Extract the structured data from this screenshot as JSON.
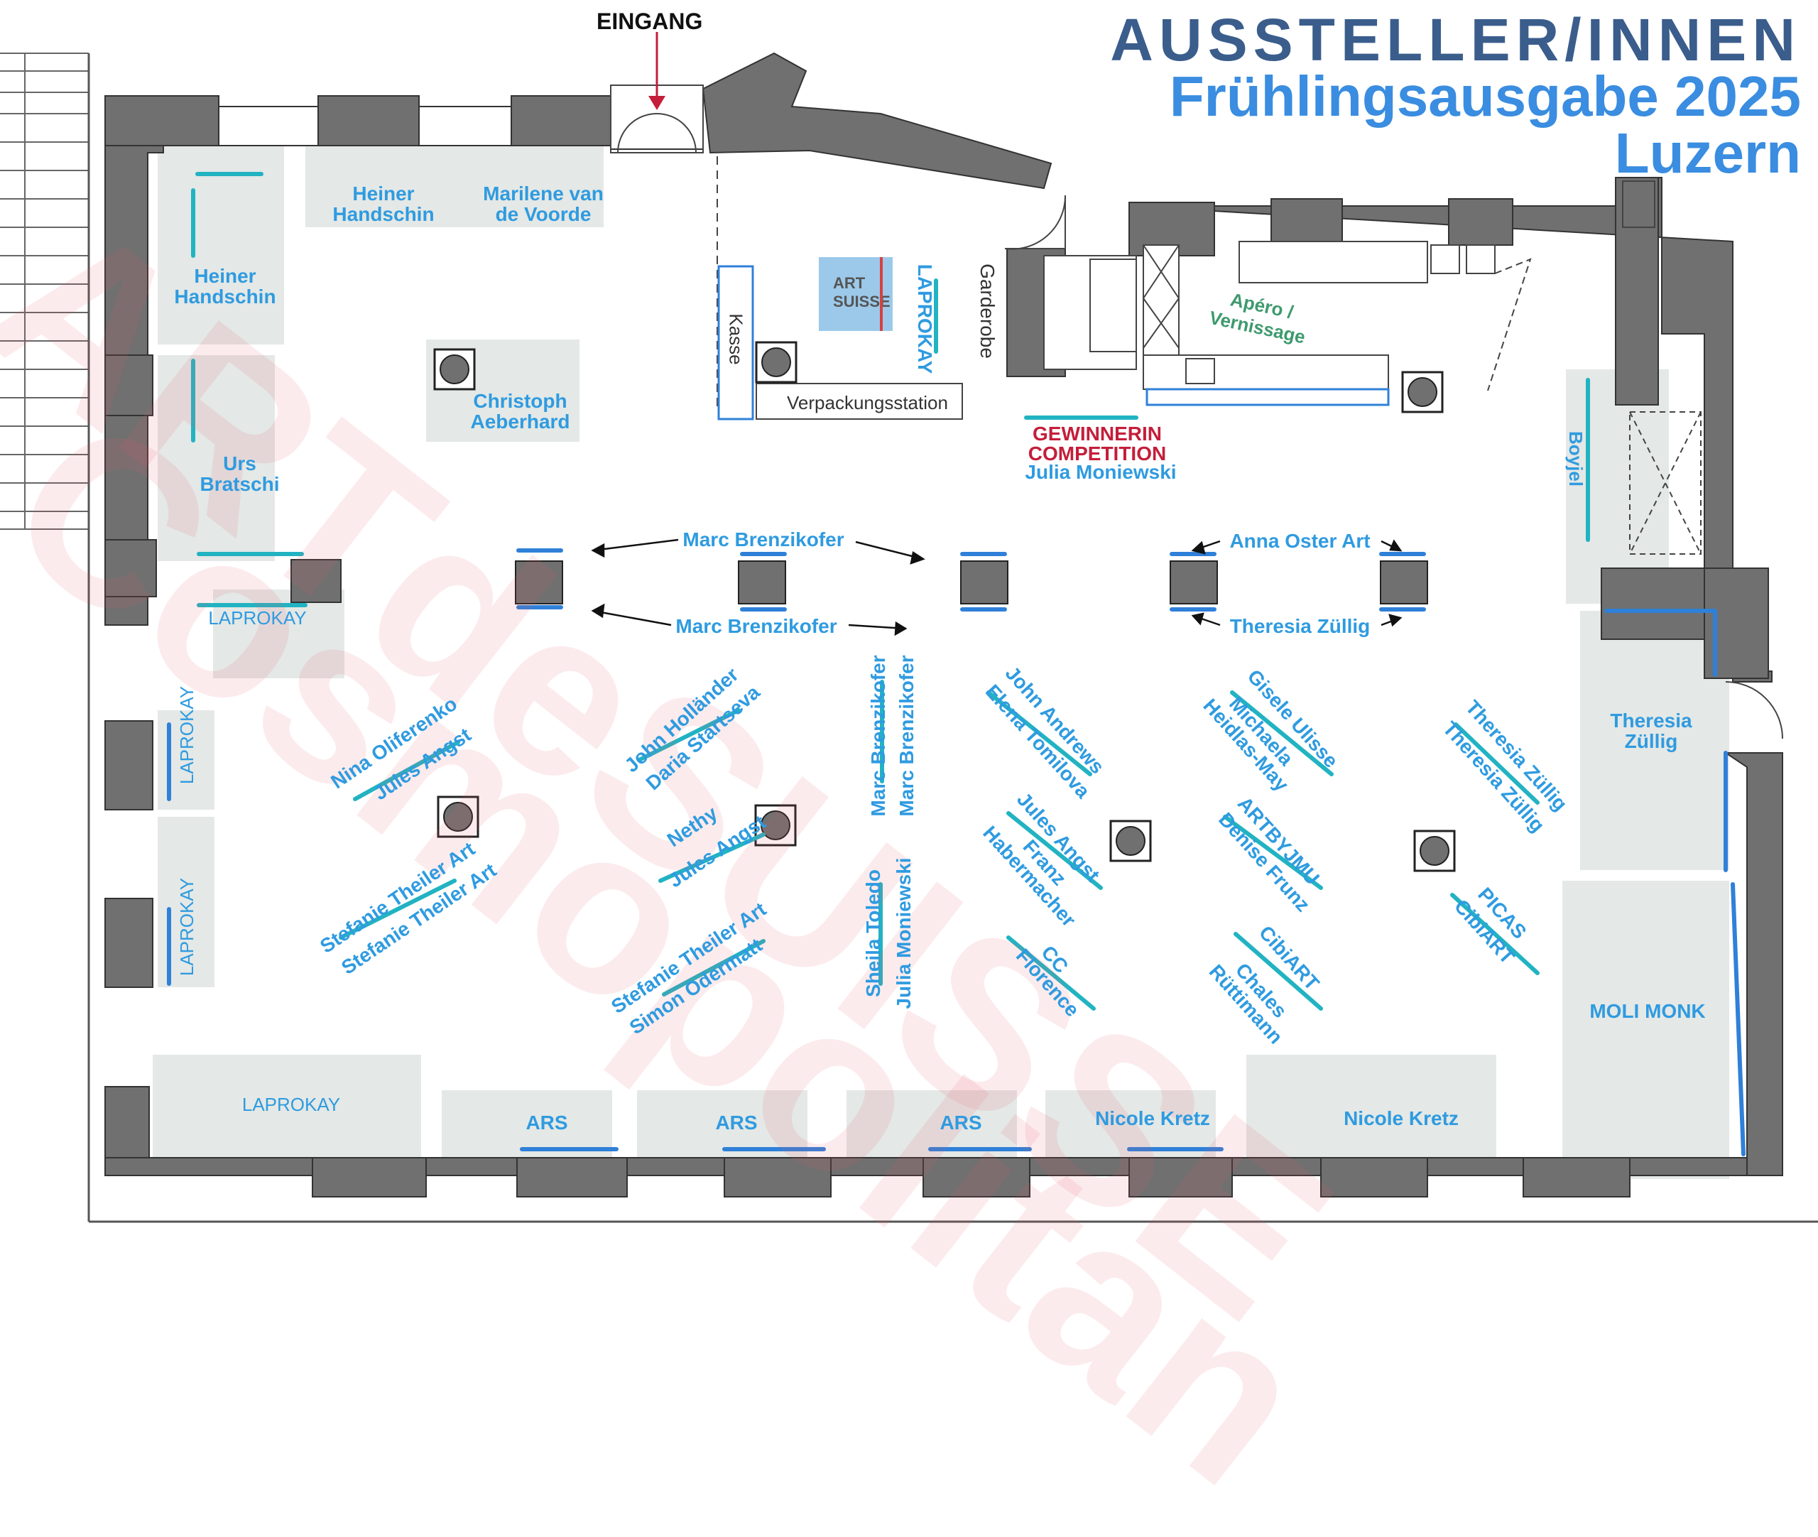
{
  "title": {
    "line1": "AUSSTELLER/INNEN",
    "line2": "Frühlingsausgabe 2025",
    "line3": "Luzern"
  },
  "entrance": "EINGANG",
  "facilities": {
    "kasse": "Kasse",
    "verpackung": "Verpackungsstation",
    "garderobe": "Garderobe",
    "apero": "Apéro /\nVernissage",
    "logo": "ART SUISSE"
  },
  "winner": {
    "line1": "GEWINNERIN",
    "line2": "COMPETITION",
    "name": "Julia Moniewski"
  },
  "watermark": {
    "line1": "ARTdeSUISSE",
    "line2": "Cosmopolitan"
  },
  "exhibitors": {
    "heiner_top": "Heiner\nHandschin",
    "marilene": "Marilene van\nde Voorde",
    "heiner_left": "Heiner\nHandschin",
    "christoph": "Christoph\nAeberhard",
    "urs": "Urs\nBratschi",
    "laprokay_door": "LAPROKAY",
    "laprokay_center": "LAPROKAY",
    "laprokay_left1": "LAPROKAY",
    "laprokay_left2": "LAPROKAY",
    "laprokay_bottom": "LAPROKAY",
    "boyjel": "Boyjel",
    "marc_top": "Marc Brenzikofer",
    "marc_bottom": "Marc Brenzikofer",
    "anna": "Anna Oster Art",
    "theresia_pillar": "Theresia Züllig",
    "theresia_right": "Theresia\nZüllig",
    "nina": "Nina Oliferenko",
    "jules1": "Jules Angst",
    "john_h": "John Holländer",
    "daria": "Daria Startseva",
    "marc_v1": "Marc Brenzikofer",
    "marc_v2": "Marc Brenzikofer",
    "john_a": "John Andrews",
    "elena": "Elena Tomilova",
    "gisele": "Gisele Ulisse",
    "michaela": "Michaela\nHeidlas-May",
    "theresia_d1": "Theresia Züllig",
    "theresia_d2": "Theresia Züllig",
    "nethy": "Nethy",
    "jules2": "Jules Angst",
    "stefanie1": "Stefanie Theiler Art",
    "stefanie2": "Stefanie Theiler Art",
    "jules3": "Jules Angst",
    "franz": "Franz\nHabermacher",
    "artbyjmu": "ARTBYJMU",
    "denise": "Denise Frunz",
    "picas": "PICAS",
    "cibiart1": "CibiART",
    "stefanie3": "Stefanie Theiler Art",
    "simon": "Simon Odermatt",
    "sheila": "Sheila Toledo",
    "julia_m": "Julia Moniewski",
    "cc": "CC",
    "florence": "Florence",
    "cibiart2": "CibiART",
    "chales": "Chales\nRüttimann",
    "moli": "MOLI MONK",
    "ars1": "ARS",
    "ars2": "ARS",
    "ars3": "ARS",
    "nicole1": "Nicole Kretz",
    "nicole2": "Nicole Kretz"
  },
  "colors": {
    "wall": "#707070",
    "booth": "#e5e8e6",
    "panel_teal": "#22b3c2",
    "panel_blue": "#2f80d8",
    "label": "#2f9be0",
    "title_dark": "#3a5d8c",
    "title_light": "#3a8de0",
    "winner_red": "#c41e3a",
    "apero_green": "#3e9a6e"
  }
}
